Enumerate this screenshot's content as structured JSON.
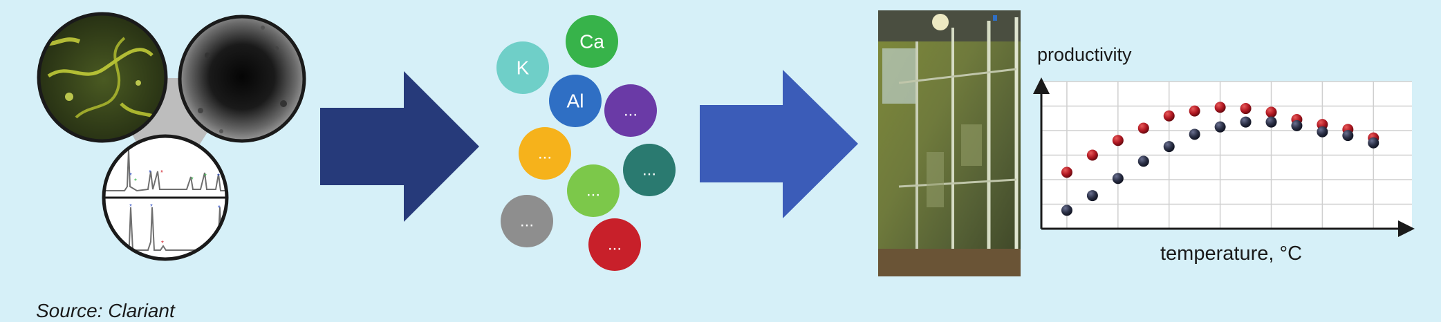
{
  "colors": {
    "background": "#d6f0f8",
    "arrow_left": "#263a7a",
    "arrow_right": "#3b5cb8",
    "bubble_k": "#6fcfc8",
    "bubble_ca": "#37b34a",
    "bubble_al": "#2f6fc4",
    "bubble_purple": "#6a3aa6",
    "bubble_orange": "#f6b21b",
    "bubble_teal": "#2a7a70",
    "bubble_lightgreen": "#7cc84a",
    "bubble_grey": "#8e8e8e",
    "bubble_red": "#c8202a",
    "series_red": "#b01822",
    "series_dark": "#2a2f45"
  },
  "elements": {
    "bubbles": [
      {
        "label": "K",
        "color_key": "bubble_k"
      },
      {
        "label": "Ca",
        "color_key": "bubble_ca"
      },
      {
        "label": "Al",
        "color_key": "bubble_al"
      },
      {
        "label": "...",
        "color_key": "bubble_purple"
      },
      {
        "label": "...",
        "color_key": "bubble_orange"
      },
      {
        "label": "...",
        "color_key": "bubble_teal"
      },
      {
        "label": "...",
        "color_key": "bubble_lightgreen"
      },
      {
        "label": "...",
        "color_key": "bubble_grey"
      },
      {
        "label": "...",
        "color_key": "bubble_red"
      }
    ]
  },
  "chart_data": {
    "type": "scatter",
    "ylabel": "productivity",
    "xlabel": "temperature, °C",
    "grid": true,
    "xlim": [
      0,
      14
    ],
    "ylim": [
      0,
      6
    ],
    "series": [
      {
        "color_key": "series_red",
        "x": [
          1,
          2,
          3,
          4,
          5,
          6,
          7,
          8,
          9,
          10,
          11,
          12,
          13
        ],
        "y": [
          2.3,
          3.0,
          3.6,
          4.1,
          4.6,
          4.8,
          4.95,
          4.9,
          4.75,
          4.45,
          4.25,
          4.05,
          3.7
        ]
      },
      {
        "color_key": "series_dark",
        "x": [
          1,
          2,
          3,
          4,
          5,
          6,
          7,
          8,
          9,
          10,
          11,
          12,
          13
        ],
        "y": [
          0.75,
          1.35,
          2.05,
          2.75,
          3.35,
          3.85,
          4.15,
          4.35,
          4.35,
          4.2,
          3.95,
          3.8,
          3.5
        ]
      }
    ]
  },
  "footer": {
    "source": "Source: Clariant"
  }
}
